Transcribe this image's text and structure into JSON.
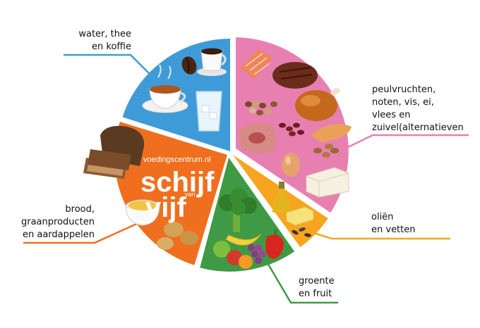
{
  "colors": {
    "blue": "#3f9bd7",
    "pink": "#e780b0",
    "orange": "#ef6f1f",
    "yellow_orange": "#f7a51e",
    "green": "#3e9a45"
  },
  "brand": {
    "site": "voedingscentrum.nl",
    "word1": "schijf",
    "small": "van",
    "word2": "vijf"
  },
  "segments": [
    {
      "id": "water",
      "color_key": "blue",
      "lines": [
        "water, thee",
        "en koffie"
      ]
    },
    {
      "id": "protein",
      "color_key": "pink",
      "lines": [
        "peulvruchten,",
        "noten, vis, ei,",
        "vlees en",
        "zuivel(alternatieven"
      ]
    },
    {
      "id": "oils",
      "color_key": "yellow_orange",
      "lines": [
        "oliën",
        "en vetten"
      ]
    },
    {
      "id": "vegfruit",
      "color_key": "green",
      "lines": [
        "groente",
        "en fruit"
      ]
    },
    {
      "id": "bread",
      "color_key": "orange",
      "lines": [
        "brood,",
        "graanproducten",
        "en aardappelen"
      ]
    }
  ],
  "icons": [
    "coffee-bean-icon",
    "coffee-cup-icon",
    "tea-cup-icon",
    "water-glass-icon",
    "salmon-icon",
    "steak-icon",
    "roast-chicken-icon",
    "nuts-icon",
    "beans-icon",
    "meat-chop-icon",
    "egg-icon",
    "tofu-icon",
    "bread-loaf-icon",
    "pasta-bowl-icon",
    "potatoes-icon",
    "oil-bottle-icon",
    "butter-icon",
    "seeds-icon",
    "broccoli-icon",
    "banana-icon",
    "apple-icon",
    "pepper-icon",
    "grapes-icon",
    "orange-fruit-icon"
  ]
}
